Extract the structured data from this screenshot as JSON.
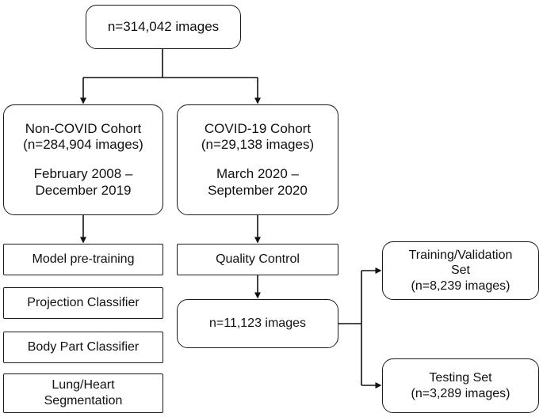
{
  "root": {
    "text": "n=314,042 images"
  },
  "non_covid": {
    "title": "Non-COVID Cohort",
    "count": "(n=284,904 images)",
    "range_line1": "February 2008 –",
    "range_line2": "December 2019"
  },
  "covid": {
    "title": "COVID-19 Cohort",
    "count": "(n=29,138 images)",
    "range_line1": "March 2020 –",
    "range_line2": "September 2020"
  },
  "steps_left": {
    "pretraining": "Model pre-training",
    "projection": "Projection Classifier",
    "body_part": "Body Part Classifier",
    "segmentation_line1": "Lung/Heart",
    "segmentation_line2": "Segmentation"
  },
  "steps_mid": {
    "quality": "Quality Control",
    "filtered": "n=11,123 images"
  },
  "splits": {
    "train_line1": "Training/Validation",
    "train_line2": "Set",
    "train_count": "(n=8,239 images)",
    "test_line1": "Testing Set",
    "test_count": "(n=3,289 images)"
  }
}
